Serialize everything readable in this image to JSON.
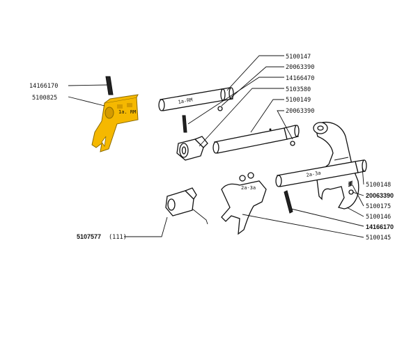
{
  "labels": {
    "p14166170_left": "14166170",
    "p5100825": "5100825",
    "p5100147": "5100147",
    "p20063390_a": "20063390",
    "p14166470": "14166470",
    "p5103580": "5103580",
    "p5100149": "5100149",
    "p20063390_b": "20063390",
    "p5100148": "5100148",
    "p20063390_c": "20063390",
    "p5100175": "5100175",
    "p5100146": "5100146",
    "p14166170_right": "14166170",
    "p5100145": "5100145",
    "p5107577": "5107577",
    "p5107577_qty": "(111)"
  },
  "markings": {
    "fork_highlight": "1a. RM",
    "rod_top": "1a-RM",
    "rod_bottom": "2a-3a",
    "fork_middle": "2a-3a"
  },
  "colors": {
    "highlight": "#f5b800",
    "line": "#111111"
  }
}
